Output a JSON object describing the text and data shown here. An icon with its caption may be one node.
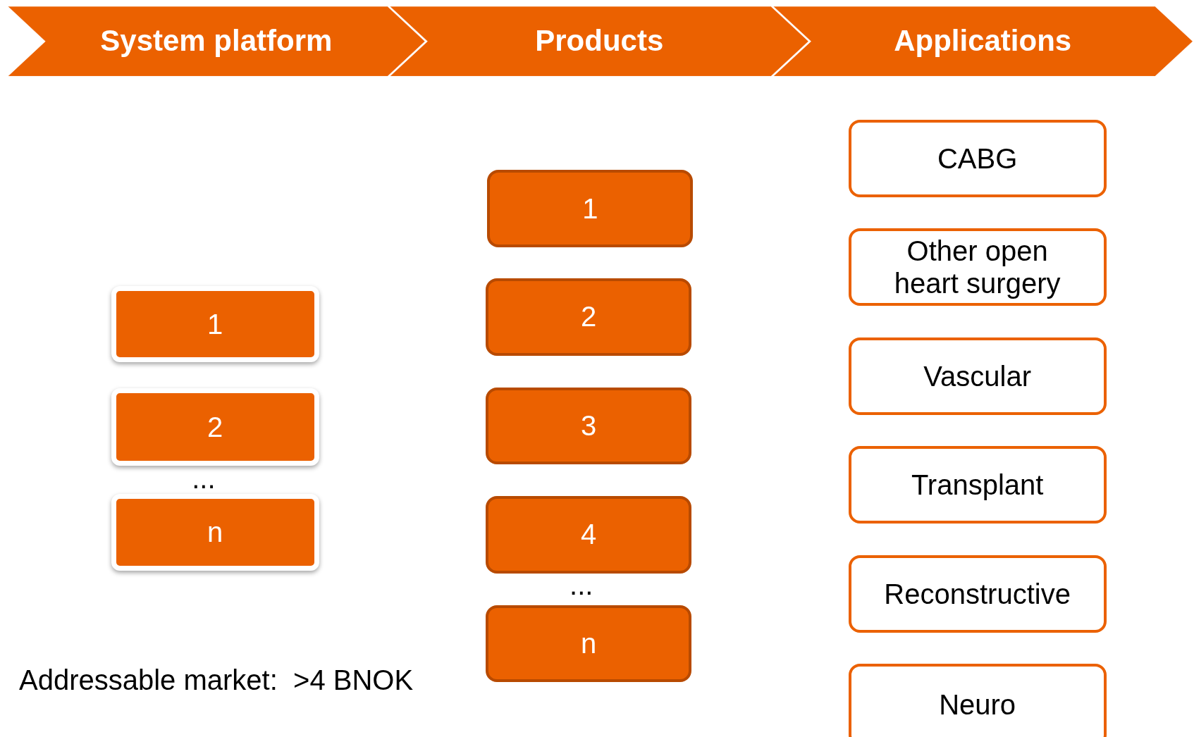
{
  "diagram": {
    "nodes": [
      {
        "text": [
          "System platform"
        ]
      },
      {
        "text": [
          "Products"
        ]
      },
      {
        "text": [
          "Applications"
        ]
      },
      {
        "text": [
          "1"
        ]
      },
      {
        "text": [
          "2"
        ]
      },
      {
        "text": [
          "n"
        ]
      },
      {
        "text": [
          "1"
        ]
      },
      {
        "text": [
          "2"
        ]
      },
      {
        "text": [
          "3"
        ]
      },
      {
        "text": [
          "4"
        ]
      },
      {
        "text": [
          "n"
        ]
      },
      {
        "text": [
          "CABG"
        ]
      },
      {
        "text": [
          "Other open heart surgery"
        ]
      },
      {
        "text": [
          "Vascular"
        ]
      },
      {
        "text": [
          "Transplant"
        ]
      },
      {
        "text": [
          "Reconstructive"
        ]
      },
      {
        "text": [
          "Neuro"
        ]
      }
    ],
    "labels": [
      "...",
      "...",
      "Addressable market:  >4 BNOK"
    ]
  }
}
